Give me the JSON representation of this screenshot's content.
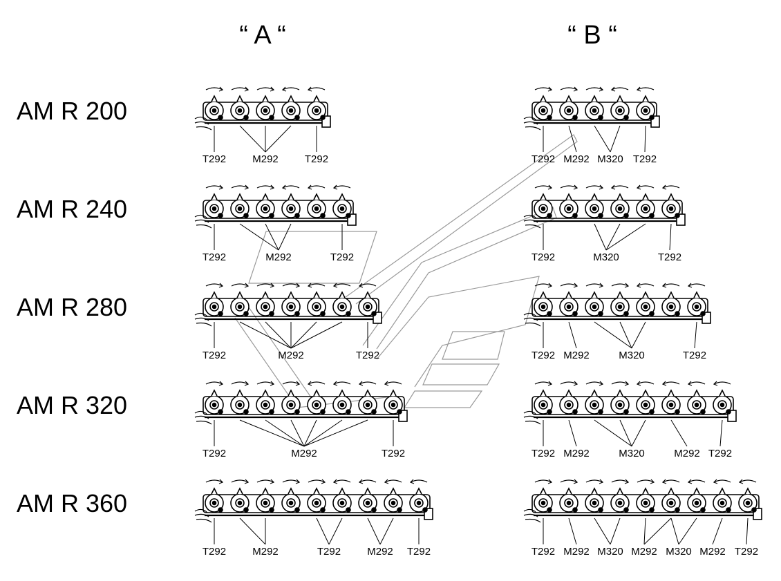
{
  "headers": {
    "a": "“ A “",
    "b": "“ B “"
  },
  "rows": [
    {
      "model": "AM R 200",
      "a_discs": 5,
      "b_discs": 5,
      "a_labels": [
        {
          "text": "T292"
        },
        {
          "text": "M292"
        },
        {
          "text": "T292"
        }
      ],
      "b_labels": [
        {
          "text": "T292"
        },
        {
          "text": "M292"
        },
        {
          "text": "M320"
        },
        {
          "text": "T292"
        }
      ]
    },
    {
      "model": "AM R 240",
      "a_discs": 6,
      "b_discs": 6,
      "a_labels": [
        {
          "text": "T292"
        },
        {
          "text": "M292"
        },
        {
          "text": "T292"
        }
      ],
      "b_labels": [
        {
          "text": "T292"
        },
        {
          "text": "M320"
        },
        {
          "text": "T292"
        }
      ]
    },
    {
      "model": "AM R 280",
      "a_discs": 7,
      "b_discs": 7,
      "a_labels": [
        {
          "text": "T292"
        },
        {
          "text": "M292"
        },
        {
          "text": "T292"
        }
      ],
      "b_labels": [
        {
          "text": "T292"
        },
        {
          "text": "M292"
        },
        {
          "text": "M320"
        },
        {
          "text": "T292"
        }
      ]
    },
    {
      "model": "AM R 320",
      "a_discs": 8,
      "b_discs": 8,
      "a_labels": [
        {
          "text": "T292"
        },
        {
          "text": "M292"
        },
        {
          "text": "T292"
        }
      ],
      "b_labels": [
        {
          "text": "T292"
        },
        {
          "text": "M292"
        },
        {
          "text": "M320"
        },
        {
          "text": "M292"
        },
        {
          "text": "T292"
        }
      ]
    },
    {
      "model": "AM R 360",
      "a_discs": 9,
      "b_discs": 9,
      "a_labels": [
        {
          "text": "T292"
        },
        {
          "text": "M292"
        },
        {
          "text": "T292"
        },
        {
          "text": "M292"
        },
        {
          "text": "T292"
        }
      ],
      "b_labels": [
        {
          "text": "T292"
        },
        {
          "text": "M292"
        },
        {
          "text": "M320"
        },
        {
          "text": "M292"
        },
        {
          "text": "M320"
        },
        {
          "text": "M292"
        },
        {
          "text": "T292"
        }
      ]
    }
  ]
}
